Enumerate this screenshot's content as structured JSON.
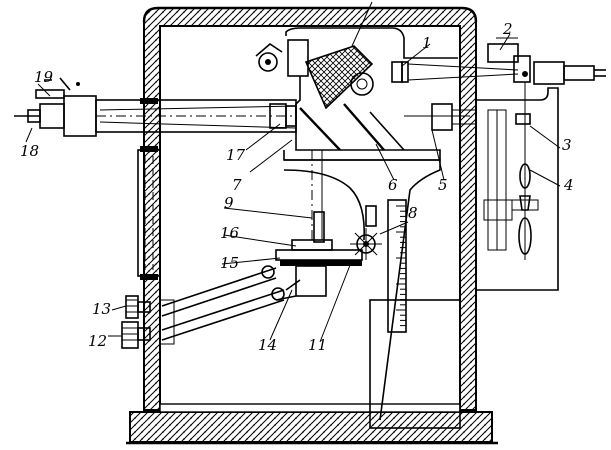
{
  "labels": [
    "1",
    "2",
    "3",
    "4",
    "5",
    "6",
    "7",
    "8",
    "9",
    "11",
    "12",
    "13",
    "14",
    "15",
    "16",
    "17",
    "18",
    "19"
  ]
}
